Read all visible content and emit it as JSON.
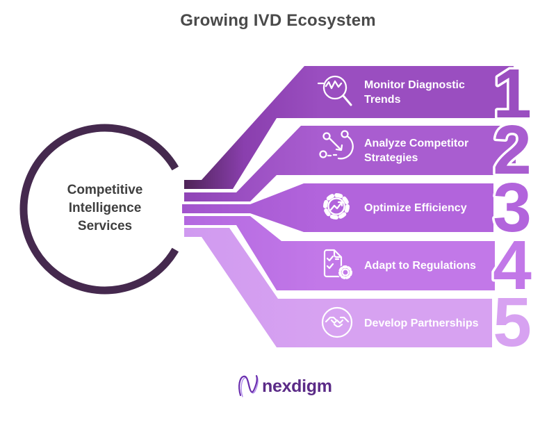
{
  "title": "Growing IVD Ecosystem",
  "hub": {
    "label": "Competitive Intelligence Services"
  },
  "items": [
    {
      "number": "1",
      "label": "Monitor Diagnostic Trends",
      "icon": "magnifier-trend-icon",
      "color": "#9a4ec0",
      "color_mid": "#8a3fae",
      "color_left": "#4c2254"
    },
    {
      "number": "2",
      "label": "Analyze Competitor Strategies",
      "icon": "scatter-arrow-icon",
      "color": "#a95dd0",
      "color_left": "#8f44b6"
    },
    {
      "number": "3",
      "label": "Optimize Efficiency",
      "icon": "gear-chart-icon",
      "color": "#b264dc",
      "color_left": "#a254cd"
    },
    {
      "number": "4",
      "label": "Adapt to Regulations",
      "icon": "checklist-gear-icon",
      "color": "#c278e8",
      "color_left": "#b368e0"
    },
    {
      "number": "5",
      "label": "Develop Partnerships",
      "icon": "handshake-icon",
      "color": "#d7a2f1",
      "color_left": "#d09af0"
    }
  ],
  "footer": {
    "brand": "nexdigm"
  },
  "colors": {
    "background": "#ffffff",
    "title_text": "#4a4a4a",
    "hub_ring": "#45294e",
    "hub_text": "#3f3f3f",
    "banner_text": "#ffffff",
    "number_outline": "#ffffff",
    "brand_text": "#5b2b87",
    "brand_mark": "#6b2fae"
  }
}
